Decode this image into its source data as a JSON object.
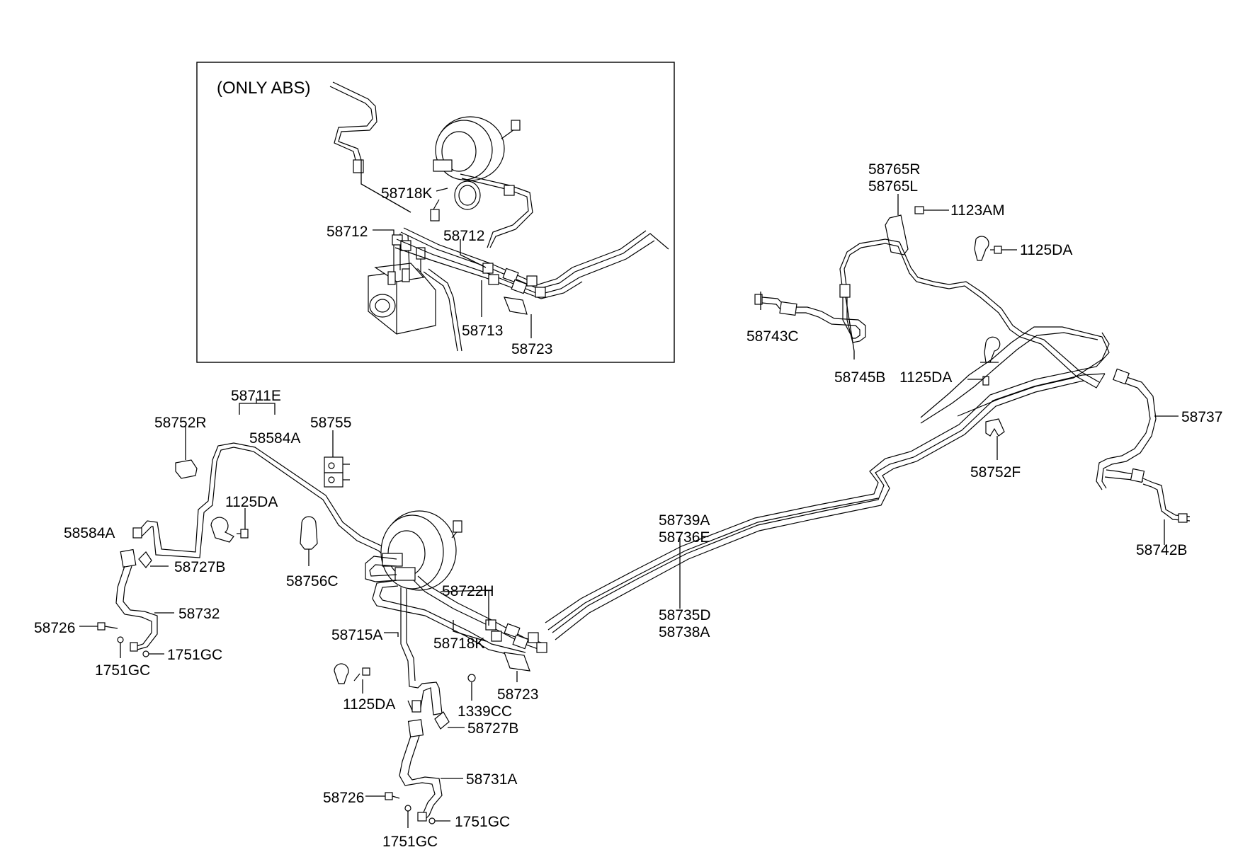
{
  "diagram": {
    "inset_title": "(ONLY ABS)",
    "labels": [
      {
        "id": "inset-58718K",
        "text": "58718K"
      },
      {
        "id": "inset-58712-a",
        "text": "58712"
      },
      {
        "id": "inset-58712-b",
        "text": "58712"
      },
      {
        "id": "inset-58713",
        "text": "58713"
      },
      {
        "id": "inset-58723",
        "text": "58723"
      },
      {
        "id": "58765R",
        "text": "58765R"
      },
      {
        "id": "58765L",
        "text": "58765L"
      },
      {
        "id": "1123AM",
        "text": "1123AM"
      },
      {
        "id": "1125DA-a",
        "text": "1125DA"
      },
      {
        "id": "58743C",
        "text": "58743C"
      },
      {
        "id": "58745B",
        "text": "58745B"
      },
      {
        "id": "1125DA-b",
        "text": "1125DA"
      },
      {
        "id": "58737",
        "text": "58737"
      },
      {
        "id": "58752F",
        "text": "58752F"
      },
      {
        "id": "58742B",
        "text": "58742B"
      },
      {
        "id": "58711E",
        "text": "58711E"
      },
      {
        "id": "58752R",
        "text": "58752R"
      },
      {
        "id": "58584A-a",
        "text": "58584A"
      },
      {
        "id": "58755",
        "text": "58755"
      },
      {
        "id": "1125DA-c",
        "text": "1125DA"
      },
      {
        "id": "58584A-b",
        "text": "58584A"
      },
      {
        "id": "58727B-a",
        "text": "58727B"
      },
      {
        "id": "58756C",
        "text": "58756C"
      },
      {
        "id": "58732",
        "text": "58732"
      },
      {
        "id": "58726-a",
        "text": "58726"
      },
      {
        "id": "1751GC-a",
        "text": "1751GC"
      },
      {
        "id": "1751GC-b",
        "text": "1751GC"
      },
      {
        "id": "58739A",
        "text": "58739A"
      },
      {
        "id": "58736E",
        "text": "58736E"
      },
      {
        "id": "58735D",
        "text": "58735D"
      },
      {
        "id": "58738A",
        "text": "58738A"
      },
      {
        "id": "58722H",
        "text": "58722H"
      },
      {
        "id": "58718K",
        "text": "58718K"
      },
      {
        "id": "58715A",
        "text": "58715A"
      },
      {
        "id": "58723",
        "text": "58723"
      },
      {
        "id": "1125DA-d",
        "text": "1125DA"
      },
      {
        "id": "1339CC",
        "text": "1339CC"
      },
      {
        "id": "58727B-b",
        "text": "58727B"
      },
      {
        "id": "58731A",
        "text": "58731A"
      },
      {
        "id": "58726-b",
        "text": "58726"
      },
      {
        "id": "1751GC-c",
        "text": "1751GC"
      },
      {
        "id": "1751GC-d",
        "text": "1751GC"
      }
    ]
  }
}
